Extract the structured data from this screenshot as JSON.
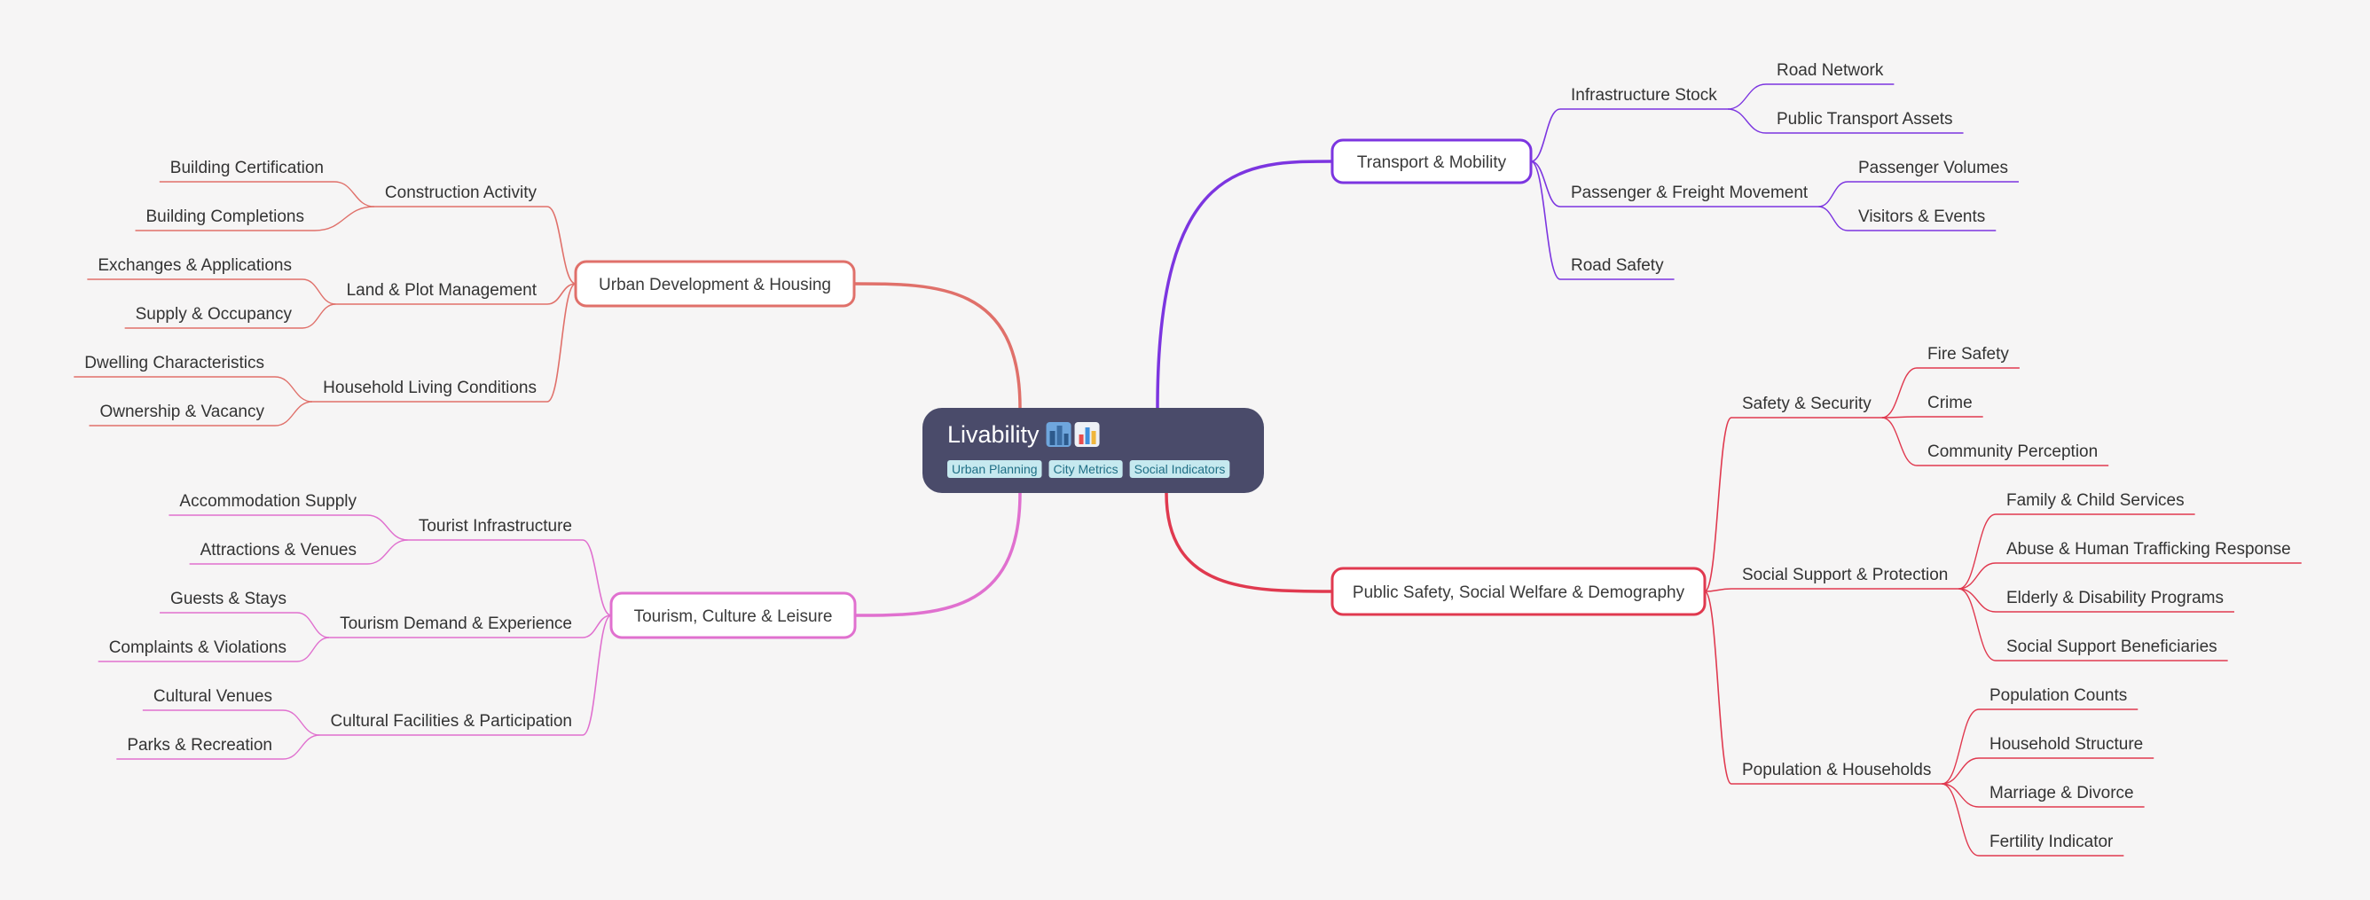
{
  "root": {
    "title": "Livability",
    "icon_names": [
      "cityscape-icon",
      "bar-chart-icon"
    ],
    "tags": [
      "Urban Planning",
      "City Metrics",
      "Social Indicators"
    ]
  },
  "branches": [
    {
      "id": "transport",
      "label": "Transport & Mobility",
      "color": "#7c35e0",
      "children": [
        {
          "label": "Infrastructure Stock",
          "children": [
            "Road Network",
            "Public Transport Assets"
          ]
        },
        {
          "label": "Passenger & Freight Movement",
          "children": [
            "Passenger Volumes",
            "Visitors & Events"
          ]
        },
        {
          "label": "Road Safety",
          "children": []
        }
      ]
    },
    {
      "id": "urban",
      "label": "Urban Development & Housing",
      "color": "#e0706a",
      "children": [
        {
          "label": "Construction Activity",
          "children": [
            "Building Certification",
            "Building Completions"
          ]
        },
        {
          "label": "Land & Plot Management",
          "children": [
            "Exchanges & Applications",
            "Supply & Occupancy"
          ]
        },
        {
          "label": "Household Living Conditions",
          "children": [
            "Dwelling Characteristics",
            "Ownership & Vacancy"
          ]
        }
      ]
    },
    {
      "id": "tourism",
      "label": "Tourism, Culture & Leisure",
      "color": "#e070cf",
      "children": [
        {
          "label": "Tourist Infrastructure",
          "children": [
            "Accommodation Supply",
            "Attractions & Venues"
          ]
        },
        {
          "label": "Tourism Demand & Experience",
          "children": [
            "Guests & Stays",
            "Complaints & Violations"
          ]
        },
        {
          "label": "Cultural Facilities & Participation",
          "children": [
            "Cultural Venues",
            "Parks & Recreation"
          ]
        }
      ]
    },
    {
      "id": "safety",
      "label": "Public Safety, Social Welfare & Demography",
      "color": "#e0394f",
      "children": [
        {
          "label": "Safety & Security",
          "children": [
            "Fire Safety",
            "Crime",
            "Community Perception"
          ]
        },
        {
          "label": "Social Support & Protection",
          "children": [
            "Family & Child Services",
            "Abuse & Human Trafficking Response",
            "Elderly & Disability Programs",
            "Social Support Beneficiaries"
          ]
        },
        {
          "label": "Population & Households",
          "children": [
            "Population Counts",
            "Household Structure",
            "Marriage & Divorce",
            "Fertility Indicator"
          ]
        }
      ]
    }
  ]
}
